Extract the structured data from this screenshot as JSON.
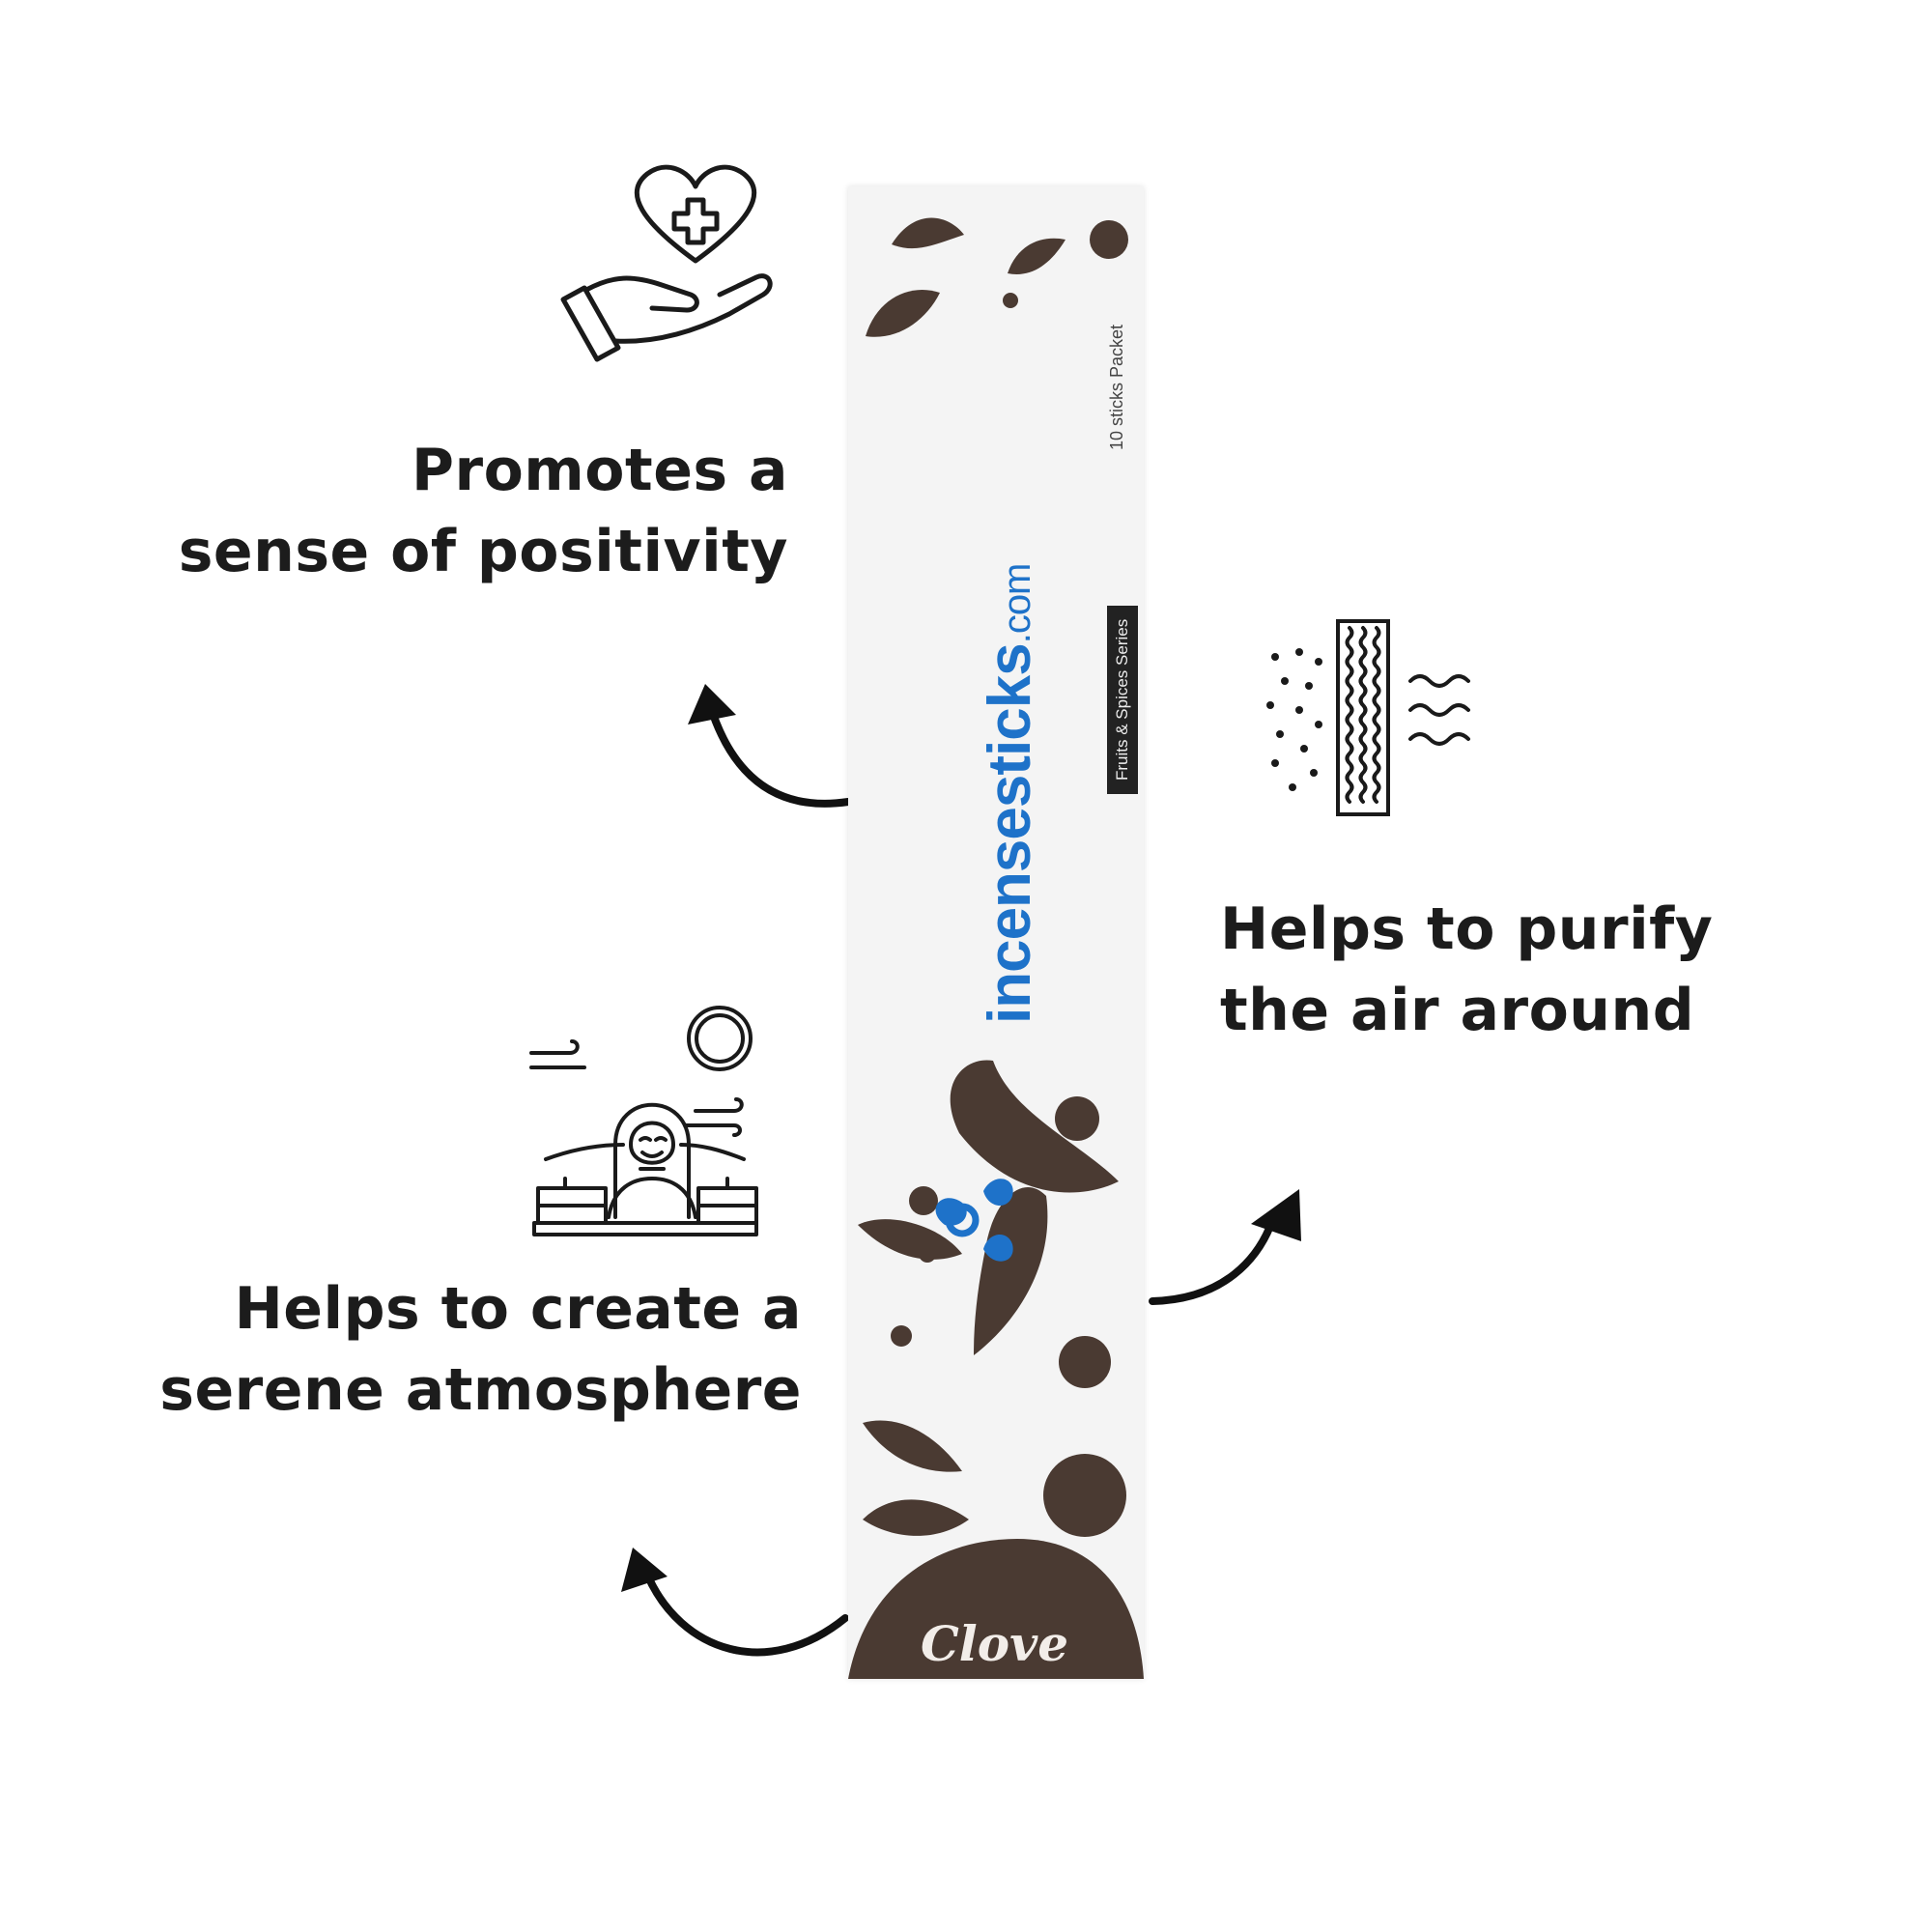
{
  "benefits": {
    "positivity": {
      "line1": "Promotes a",
      "line2": "sense of positivity",
      "icon": "heart-hand-icon"
    },
    "serene": {
      "line1": "Helps to create a",
      "line2": "serene atmosphere",
      "icon": "relaxing-woman-icon"
    },
    "purify": {
      "line1": "Helps to purify",
      "line2": "the air around",
      "icon": "air-filter-icon"
    }
  },
  "packet": {
    "brand_name": "incensesticks",
    "brand_domain": ".com",
    "series": "Fruits & Spices Series",
    "pack_size": "10 sticks Packet",
    "flavor": "Clove"
  },
  "colors": {
    "text": "#1c1c1c",
    "brand_blue": "#1e72c9",
    "drop_brown": "#4a3a32",
    "packet_bg": "#f4f4f4"
  }
}
